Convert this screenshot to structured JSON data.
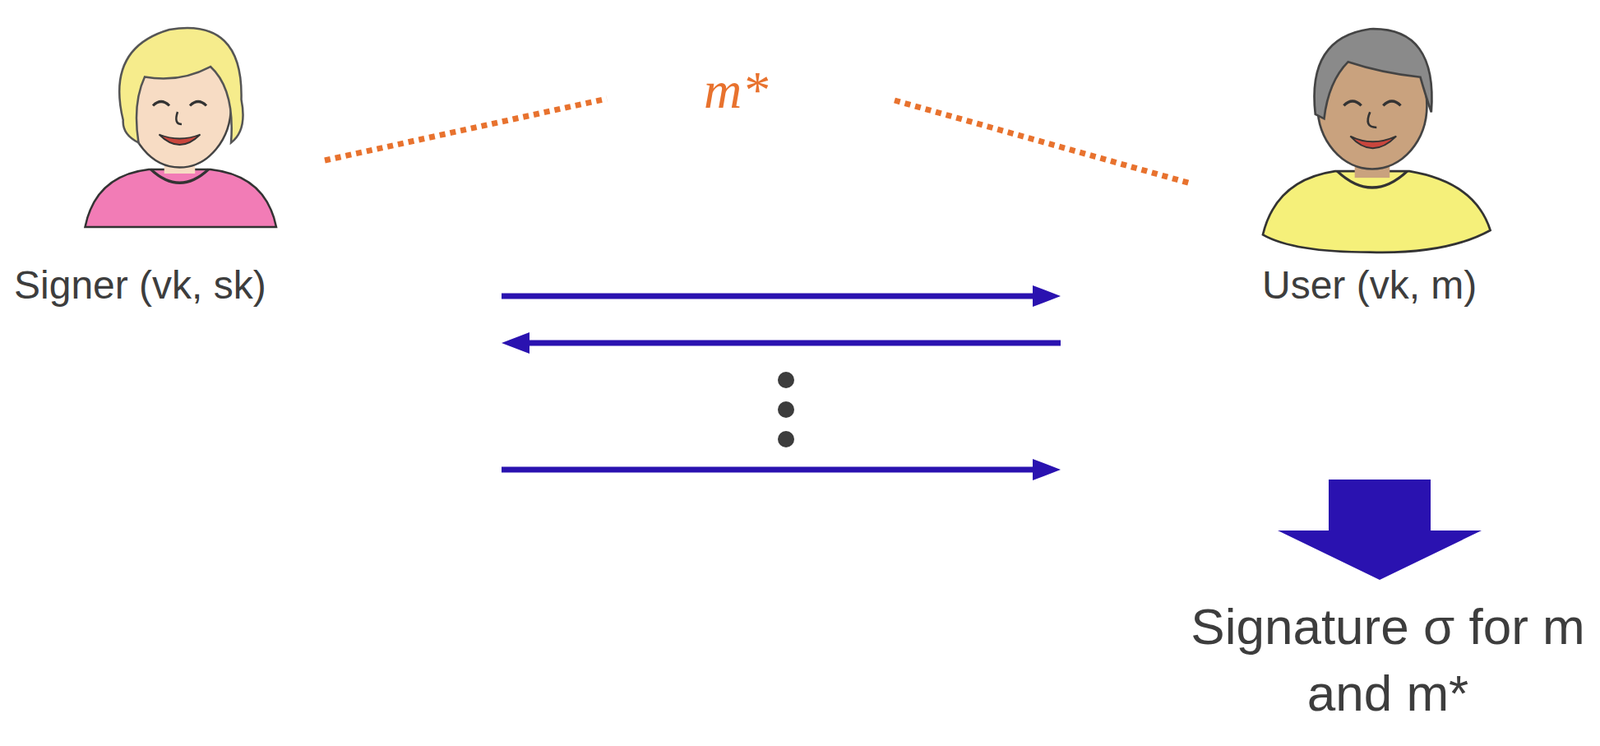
{
  "diagram": {
    "nodes": [
      {
        "text": [
          "Signer (vk, sk)"
        ]
      },
      {
        "text": [
          "User (vk, m)"
        ]
      }
    ],
    "edges": [
      {
        "from": 0,
        "to": 1,
        "arrow": "to"
      },
      {
        "from": 1,
        "to": 0,
        "arrow": "to"
      },
      {
        "from": 0,
        "to": 1,
        "arrow": "to"
      }
    ],
    "labels": [
      "m*",
      "Signature σ for m and m*"
    ]
  }
}
